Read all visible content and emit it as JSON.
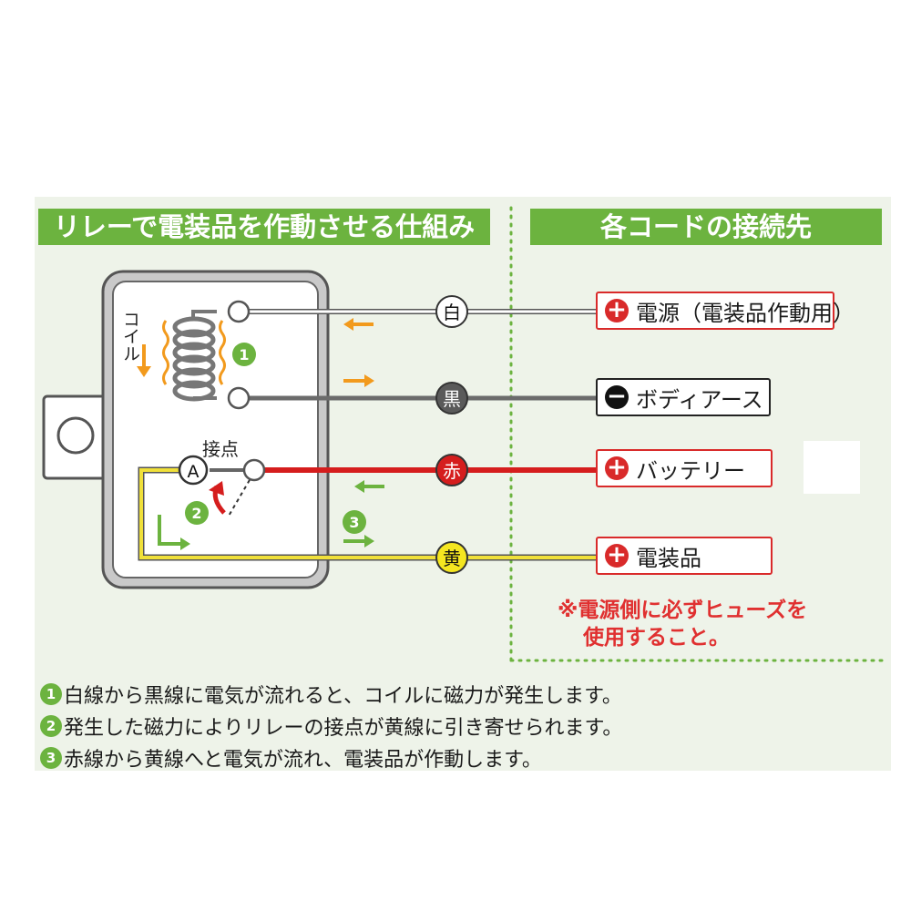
{
  "headers": {
    "left": "リレーで電装品を作動させる仕組み",
    "right": "各コードの接続先"
  },
  "relay": {
    "coil_label": "コイル",
    "contact_label": "接点",
    "contact_point": "A",
    "step_markers": [
      "1",
      "2",
      "3"
    ]
  },
  "wires": [
    {
      "label": "白",
      "color": "#ffffff",
      "line_color": "#b9c4d2"
    },
    {
      "label": "黒",
      "color": "#5a5a5a",
      "line_color": "#6b6b6b"
    },
    {
      "label": "赤",
      "color": "#d51d1d",
      "line_color": "#d51d1d"
    },
    {
      "label": "黄",
      "color": "#f5e620",
      "line_color": "#f0e03a"
    }
  ],
  "destinations": [
    {
      "sign": "+",
      "text": "電源（電装品作動用）"
    },
    {
      "sign": "−",
      "text": "ボディアース"
    },
    {
      "sign": "+",
      "text": "バッテリー"
    },
    {
      "sign": "+",
      "text": "電装品"
    }
  ],
  "note": [
    "※電源側に必ずヒューズを",
    "使用すること。"
  ],
  "steps": [
    {
      "num": "1",
      "text": "白線から黒線に電気が流れると、コイルに磁力が発生します。"
    },
    {
      "num": "2",
      "text": "発生した磁力によりリレーの接点が黄線に引き寄せられます。"
    },
    {
      "num": "3",
      "text": "赤線から黄線へと電気が流れ、電装品が作動します。"
    }
  ],
  "colors": {
    "panel_bg": "#eef3e9",
    "header_green": "#6cb33f",
    "accent_orange": "#f29a1d",
    "step_green": "#6cb33f",
    "warning_red": "#e03030"
  }
}
